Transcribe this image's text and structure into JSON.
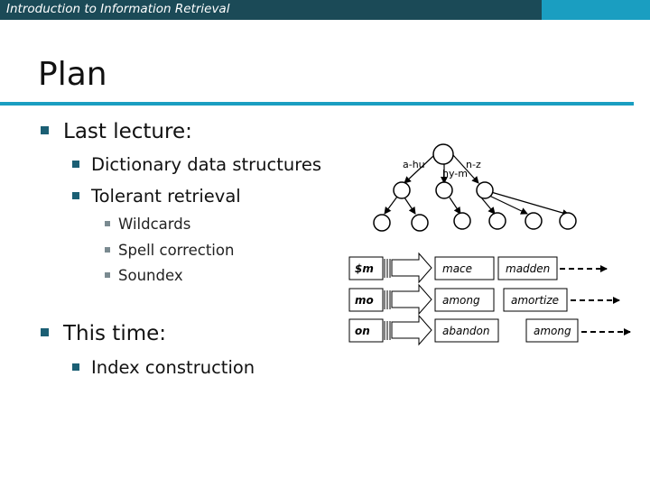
{
  "header": {
    "course_title": "Introduction to Information Retrieval",
    "bar_color": "#1b4a57",
    "accent_color": "#1a9ec1"
  },
  "slide": {
    "title": "Plan",
    "bullets": {
      "last_lecture": "Last lecture:",
      "dictionary": "Dictionary data structures",
      "tolerant": "Tolerant retrieval",
      "wildcards": "Wildcards",
      "spell": "Spell correction",
      "soundex": "Soundex",
      "this_time": "This time:",
      "index_construction": "Index construction"
    }
  },
  "diagram": {
    "tree_labels": {
      "left": "a-hu",
      "middle": "hy-m",
      "right": "n-z"
    },
    "postings": [
      {
        "term": "$m",
        "entries": [
          "mace",
          "madden"
        ]
      },
      {
        "term": "mo",
        "entries": [
          "among",
          "amortize"
        ]
      },
      {
        "term": "on",
        "entries": [
          "abandon",
          "among"
        ]
      }
    ]
  }
}
